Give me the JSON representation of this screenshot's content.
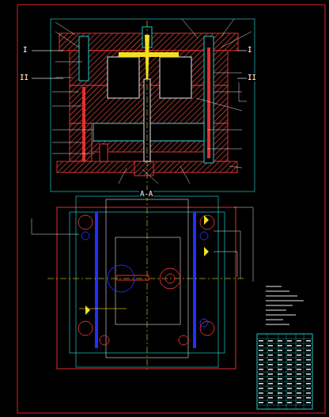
{
  "diagram": {
    "labels": [
      "I",
      "I",
      "II",
      "II",
      "A-A"
    ]
  }
}
